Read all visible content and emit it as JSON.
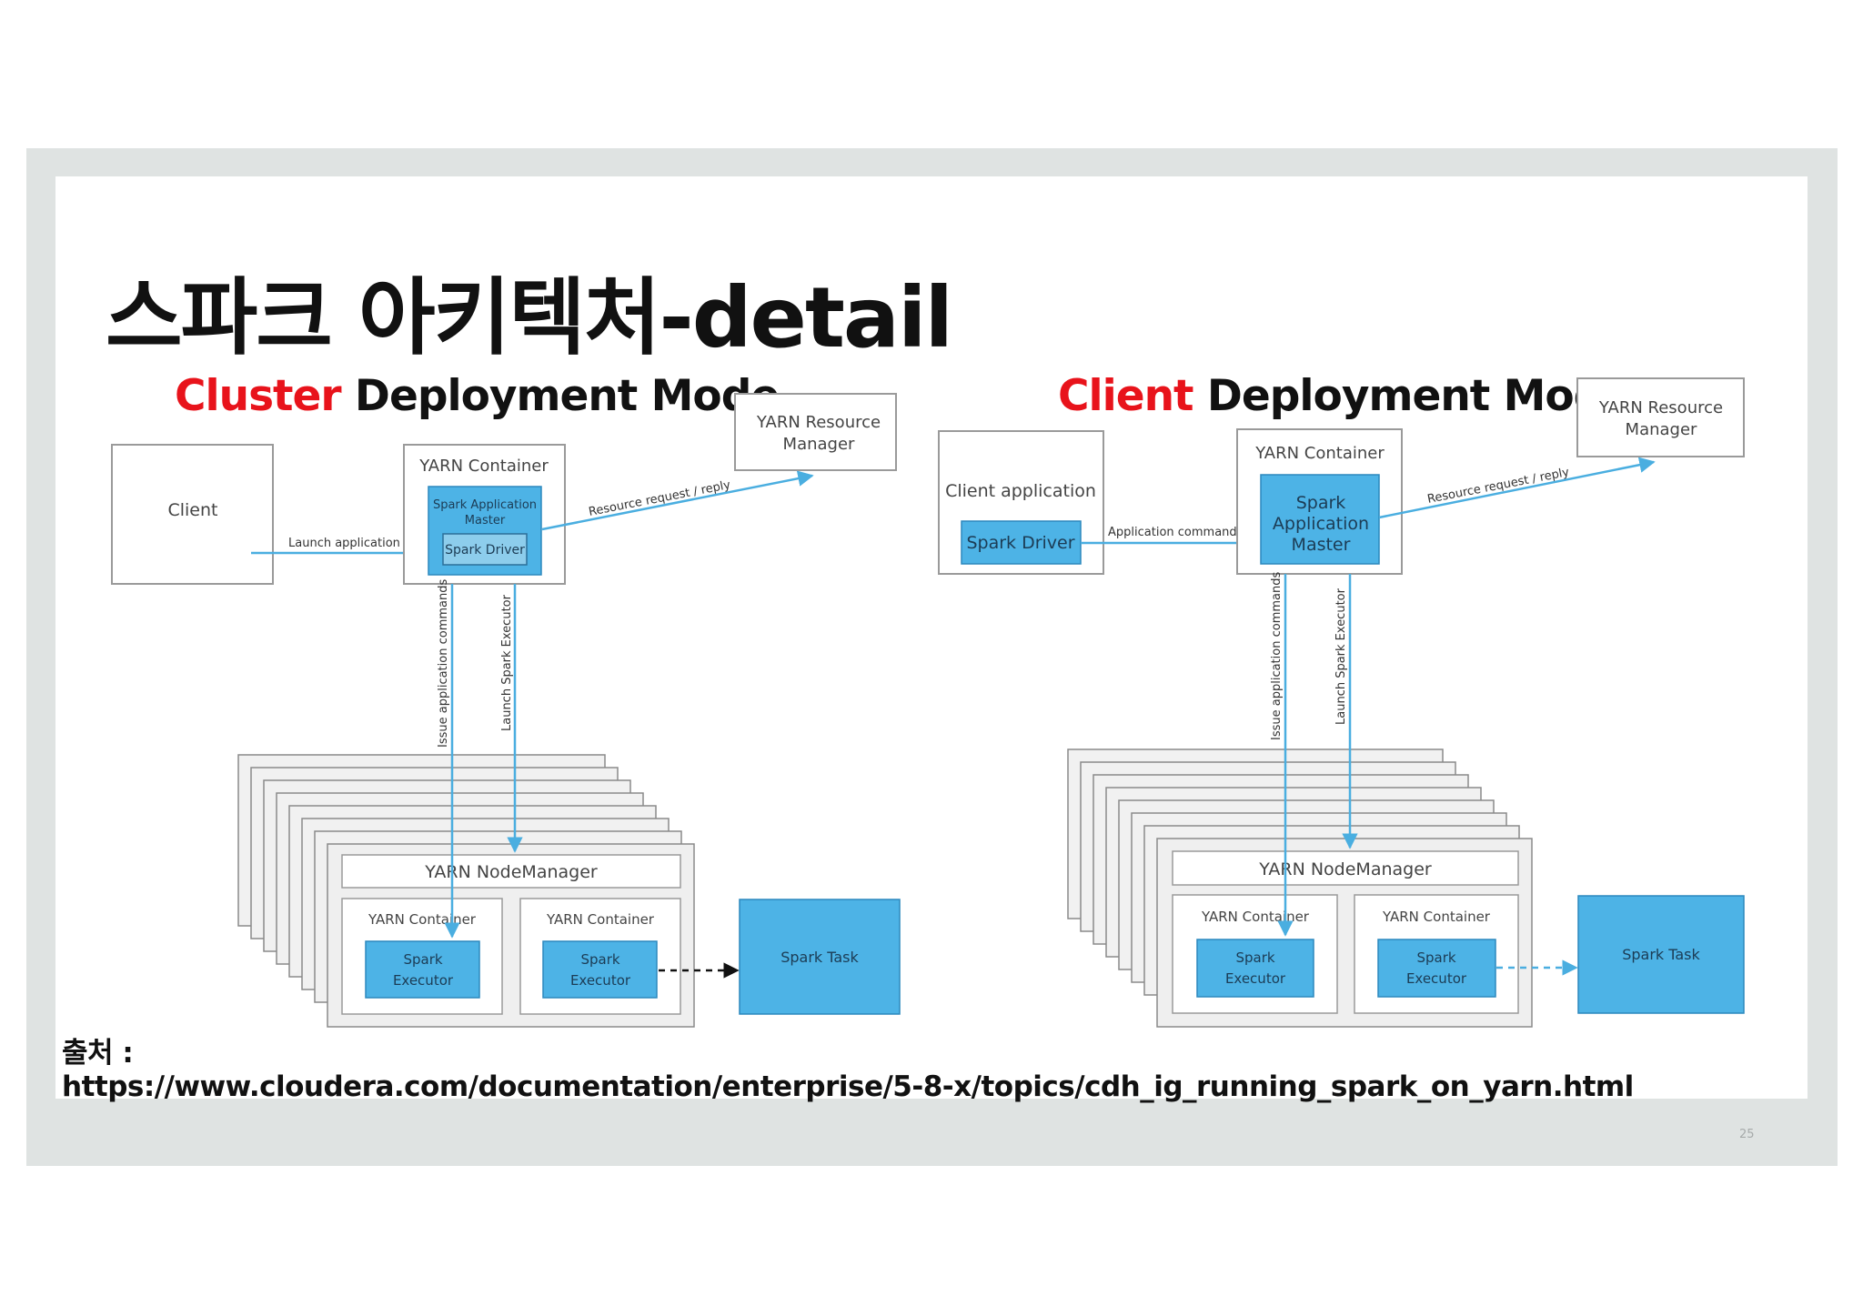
{
  "slide": {
    "title": "스파크 아키텍처-detail",
    "page_number": "25",
    "source_label": "출처 :",
    "source_url": "https://www.cloudera.com/documentation/enterprise/5-8-x/topics/cdh_ig_running_spark_on_yarn.html"
  },
  "colors": {
    "accent_red": "#e8131b",
    "spark_blue": "#4db3e6",
    "arrow_blue": "#4aaee0",
    "frame_gray": "#dfe3e2"
  },
  "cluster_mode": {
    "title_highlight": "Cluster",
    "title_rest": " Deployment Mode",
    "client": "Client",
    "launch_application": "Launch application",
    "yarn_container": "YARN Container",
    "spark_app_master_line1": "Spark Application",
    "spark_app_master_line2": "Master",
    "spark_driver": "Spark Driver",
    "resource_request": "Resource request / reply",
    "yarn_resource_manager_line1": "YARN Resource",
    "yarn_resource_manager_line2": "Manager",
    "issue_commands": "Issue application commands",
    "launch_executor": "Launch Spark Executor",
    "node_manager": "YARN NodeManager",
    "container_a": "YARN Container",
    "container_b": "YARN Container",
    "executor_line1": "Spark",
    "executor_line2": "Executor",
    "spark_task": "Spark Task"
  },
  "client_mode": {
    "title_highlight": "Client",
    "title_rest": " Deployment Mode",
    "client_application": "Client application",
    "spark_driver": "Spark Driver",
    "application_commands": "Application commands",
    "yarn_container": "YARN Container",
    "spark_app_master_line1": "Spark",
    "spark_app_master_line2": "Application",
    "spark_app_master_line3": "Master",
    "resource_request": "Resource request / reply",
    "yarn_resource_manager_line1": "YARN Resource",
    "yarn_resource_manager_line2": "Manager",
    "issue_commands": "Issue application commands",
    "launch_executor": "Launch Spark Executor",
    "node_manager": "YARN NodeManager",
    "container_a": "YARN Container",
    "container_b": "YARN Container",
    "executor_line1": "Spark",
    "executor_line2": "Executor",
    "spark_task": "Spark Task"
  }
}
